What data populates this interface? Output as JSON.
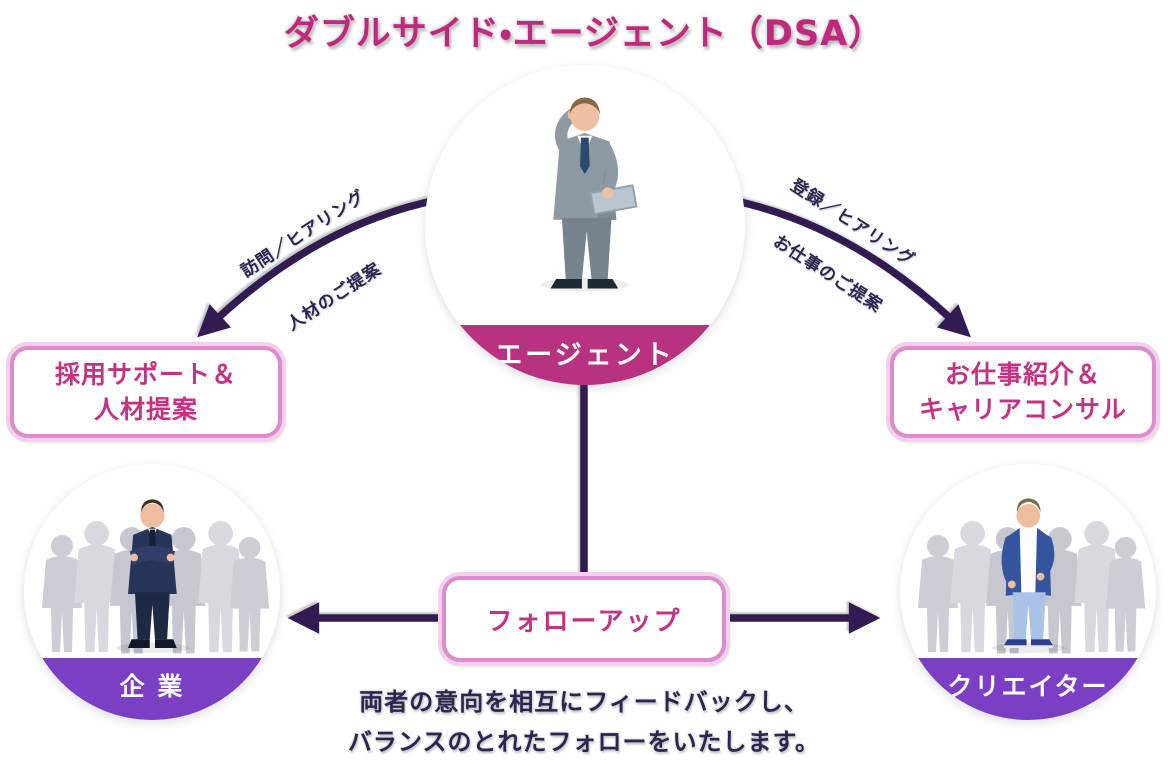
{
  "title": "ダブルサイド・エージェント（DSA）",
  "colors": {
    "title": "#c0277d",
    "magenta": "#b7337f",
    "purple": "#7b3fc6",
    "arrow": "#321b52",
    "box_border": "#dd8ccf",
    "box_glow": "#f4d0ec",
    "box_text": "#c43383",
    "dark_text": "#2b2551"
  },
  "nodes": {
    "agent": {
      "label": "エージェント"
    },
    "company": {
      "label": "企 業"
    },
    "creator": {
      "label": "クリエイター"
    }
  },
  "callouts": {
    "left_box": {
      "line1": "採用サポート＆",
      "line2": "人材提案"
    },
    "right_box": {
      "line1": "お仕事紹介＆",
      "line2": "キャリアコンサル"
    },
    "center_box": {
      "label": "フォローアップ"
    }
  },
  "arrow_labels": {
    "left_top": "訪問／ヒアリング",
    "left_bottom": "人材のご提案",
    "right_top": "登録／ヒアリング",
    "right_bottom": "お仕事のご提案"
  },
  "footer": {
    "line1": "両者の意向を相互にフィードバックし、",
    "line2": "バランスのとれたフォローをいたします。"
  }
}
